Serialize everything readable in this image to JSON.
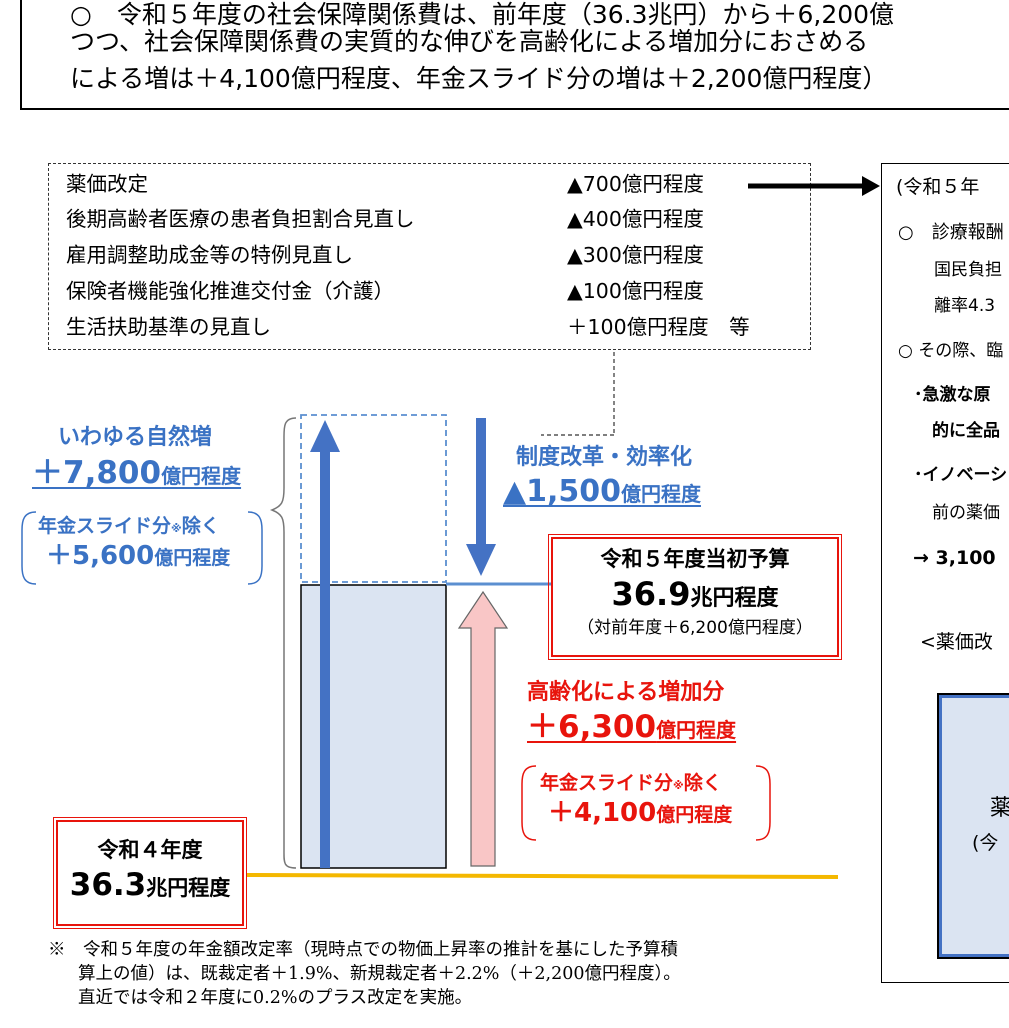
{
  "summary": {
    "line1": "○　令和５年度の社会保障関係費は、前年度（36.3兆円）から＋6,200億",
    "line2": "つつ、社会保障関係費の実質的な伸びを高齢化による増加分におさめる",
    "line3": "による増は＋4,100億円程度、年金スライド分の増は＋2,200億円程度）"
  },
  "reforms": [
    {
      "label": "薬価改定",
      "amount": "▲700億円程度"
    },
    {
      "label": "後期高齢者医療の患者負担割合見直し",
      "amount": "▲400億円程度"
    },
    {
      "label": "雇用調整助成金等の特例見直し",
      "amount": "▲300億円程度"
    },
    {
      "label": "保険者機能強化推進交付金（介護）",
      "amount": "▲100億円程度"
    },
    {
      "label": "生活扶助基準の見直し",
      "amount": "＋100億円程度　等"
    }
  ],
  "natural_increase": {
    "title": "いわゆる自然増",
    "amount_sign_num": "＋7,800",
    "amount_unit": "億円程度",
    "pension_note": "年金スライド分",
    "pension_mark": "※",
    "pension_suffix": "除く",
    "pension_amount_num": "＋5,600",
    "pension_amount_unit": "億円程度"
  },
  "reform_efficiency": {
    "title": "制度改革・効率化",
    "amount_num": "▲1,500",
    "amount_unit": "億円程度"
  },
  "budget_r5": {
    "title": "令和５年度当初予算",
    "amount_num": "36.9",
    "amount_unit": "兆円程度",
    "note": "（対前年度＋6,200億円程度）"
  },
  "aging_increase": {
    "title": "高齢化による増加分",
    "amount_num": "＋6,300",
    "amount_unit": "億円程度",
    "pension_note": "年金スライド分",
    "pension_mark": "※",
    "pension_suffix": "除く",
    "pension_amount_num": "＋4,100",
    "pension_amount_unit": "億円程度"
  },
  "budget_r4": {
    "title": "令和４年度",
    "amount_num": "36.3",
    "amount_unit": "兆円程度"
  },
  "footnote": {
    "mark": "※",
    "line1": "令和５年度の年金額改定率（現時点での物価上昇率の推計を基にした予算積",
    "line2": "算上の値）は、既裁定者＋1.9%、新規裁定者＋2.2%（＋2,200億円程度）。",
    "line3": "直近では令和２年度に0.2%のプラス改定を実施。"
  },
  "right_panel": {
    "header": "(令和５年",
    "item1_mark": "○",
    "item1_text": "診療報酬",
    "item1_line2": "国民負担",
    "item1_line3": "離率4.3",
    "item2": "○ その際、臨",
    "bullet1_a": "･急激な原",
    "bullet1_b": "的に全品",
    "bullet2_a": "･イノベーシ",
    "bullet2_b": "前の薬価",
    "arrow_line": "→ 3,100",
    "bracket_title": "<薬価改",
    "inner_a": "薬",
    "inner_b": "(今"
  },
  "colors": {
    "blue": "#3a72c4",
    "red": "#e8140c",
    "orange_baseline": "#f4b800",
    "light_blue_fill": "#dbe4f2",
    "pink_arrow": "#f9c6c6"
  }
}
